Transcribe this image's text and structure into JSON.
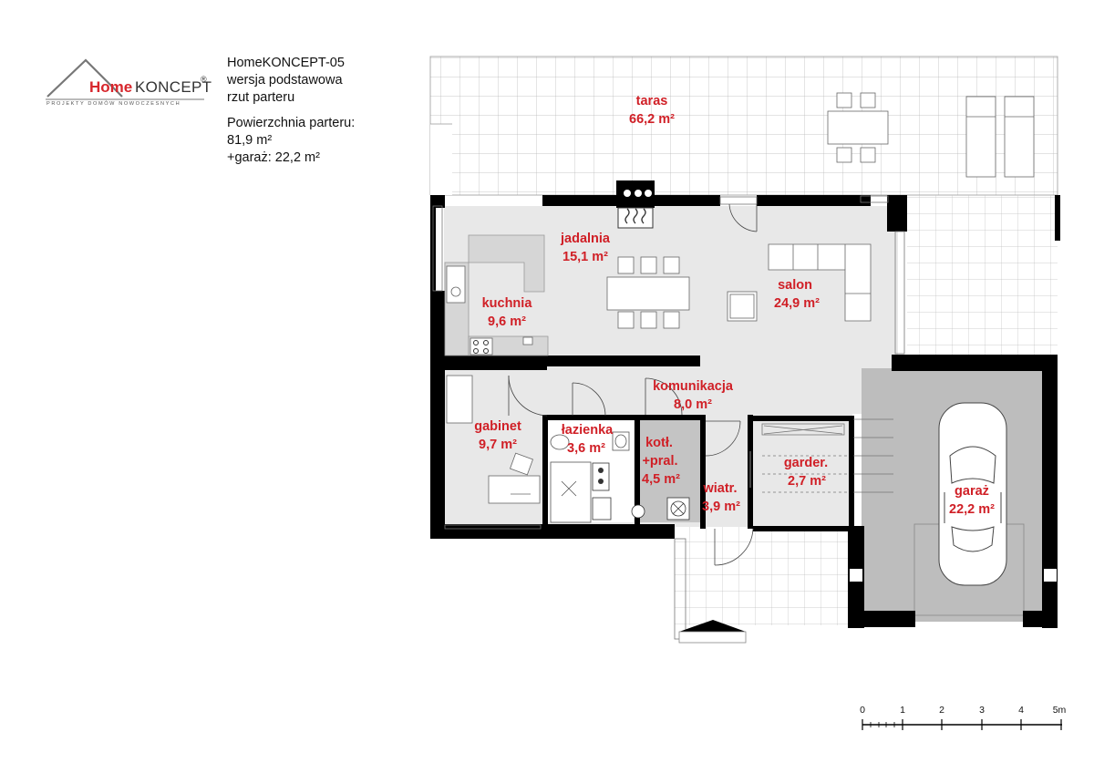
{
  "logo": {
    "brand_home": "Home",
    "brand_koncept": "KONCEPT",
    "registered": "®",
    "tagline": "PROJEKTY DOMÓW NOWOCZESNYCH"
  },
  "project": {
    "name": "HomeKONCEPT-05",
    "version": "wersja podstawowa",
    "view": "rzut parteru",
    "area_label": "Powierzchnia parteru:",
    "area_value": "81,9 m²",
    "garage_area": "+garaż: 22,2 m²"
  },
  "rooms": {
    "taras": {
      "name": "taras",
      "area": "66,2 m²"
    },
    "jadalnia": {
      "name": "jadalnia",
      "area": "15,1 m²"
    },
    "salon": {
      "name": "salon",
      "area": "24,9 m²"
    },
    "kuchnia": {
      "name": "kuchnia",
      "area": "9,6 m²"
    },
    "komunikacja": {
      "name": "komunikacja",
      "area": "8,0 m²"
    },
    "gabinet": {
      "name": "gabinet",
      "area": "9,7 m²"
    },
    "lazienka": {
      "name": "łazienka",
      "area": "3,6 m²"
    },
    "kotl": {
      "name": "kotł.",
      "name2": "+pral.",
      "area": "4,5 m²"
    },
    "wiatr": {
      "name": "wiatr.",
      "area": "3,9 m²"
    },
    "garder": {
      "name": "garder.",
      "area": "2,7 m²"
    },
    "garaz": {
      "name": "garaż",
      "area": "22,2 m²"
    }
  },
  "scale_bar": {
    "ticks": [
      "0",
      "1",
      "2",
      "3",
      "4",
      "5m"
    ]
  },
  "colors": {
    "label_red": "#d01f26",
    "wall": "#000000",
    "floor": "#e8e8e8",
    "boiler_room": "#c4c4c4",
    "garage_floor": "#bdbdbd",
    "grid_lines": "#b5b5b5"
  }
}
